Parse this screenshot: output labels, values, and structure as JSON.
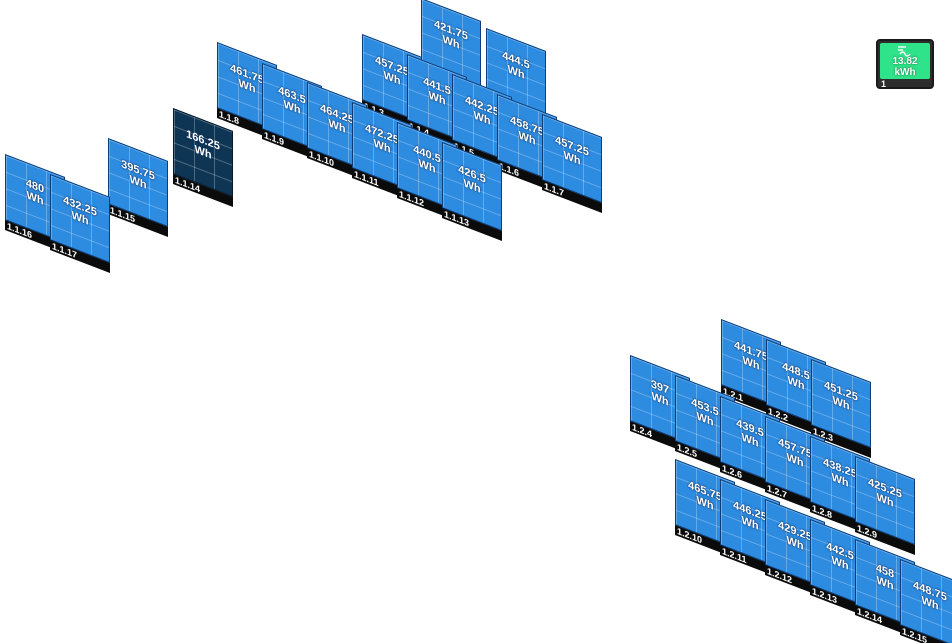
{
  "colors": {
    "panel_fill": "#2d8be0",
    "panel_fill_low": "#0f3554",
    "panel_border": "#0d3c78",
    "panel_footer": "#0b0b0b",
    "meter_fill": "#2fe38a",
    "meter_body": "#2d2d2d"
  },
  "icons": {
    "panel": "solar-panel-icon",
    "meter": "power-meter-icon"
  },
  "meter": {
    "value": "13.82",
    "unit": "kWh",
    "id": "1"
  },
  "panels": [
    {
      "id": "1.1.1",
      "value": "421.75",
      "unit": "Wh"
    },
    {
      "id": "1.1.2",
      "value": "444.5",
      "unit": "Wh"
    },
    {
      "id": "1.1.3",
      "value": "457.25",
      "unit": "Wh"
    },
    {
      "id": "1.1.4",
      "value": "441.5",
      "unit": "Wh"
    },
    {
      "id": "1.1.5",
      "value": "442.25",
      "unit": "Wh"
    },
    {
      "id": "1.1.6",
      "value": "458.75",
      "unit": "Wh"
    },
    {
      "id": "1.1.7",
      "value": "457.25",
      "unit": "Wh"
    },
    {
      "id": "1.1.8",
      "value": "461.75",
      "unit": "Wh"
    },
    {
      "id": "1.1.9",
      "value": "463.5",
      "unit": "Wh"
    },
    {
      "id": "1.1.10",
      "value": "464.25",
      "unit": "Wh"
    },
    {
      "id": "1.1.11",
      "value": "472.25",
      "unit": "Wh"
    },
    {
      "id": "1.1.12",
      "value": "440.5",
      "unit": "Wh"
    },
    {
      "id": "1.1.13",
      "value": "426.5",
      "unit": "Wh"
    },
    {
      "id": "1.1.14",
      "value": "166.25",
      "unit": "Wh",
      "low": true
    },
    {
      "id": "1.1.15",
      "value": "395.75",
      "unit": "Wh"
    },
    {
      "id": "1.1.16",
      "value": "480",
      "unit": "Wh"
    },
    {
      "id": "1.1.17",
      "value": "432.25",
      "unit": "Wh"
    },
    {
      "id": "1.2.1",
      "value": "441.75",
      "unit": "Wh"
    },
    {
      "id": "1.2.2",
      "value": "448.5",
      "unit": "Wh"
    },
    {
      "id": "1.2.3",
      "value": "451.25",
      "unit": "Wh"
    },
    {
      "id": "1.2.4",
      "value": "397",
      "unit": "Wh"
    },
    {
      "id": "1.2.5",
      "value": "453.5",
      "unit": "Wh"
    },
    {
      "id": "1.2.6",
      "value": "439.5",
      "unit": "Wh"
    },
    {
      "id": "1.2.7",
      "value": "457.75",
      "unit": "Wh"
    },
    {
      "id": "1.2.8",
      "value": "438.25",
      "unit": "Wh"
    },
    {
      "id": "1.2.9",
      "value": "425.25",
      "unit": "Wh"
    },
    {
      "id": "1.2.10",
      "value": "465.75",
      "unit": "Wh"
    },
    {
      "id": "1.2.11",
      "value": "446.25",
      "unit": "Wh"
    },
    {
      "id": "1.2.12",
      "value": "429.25",
      "unit": "Wh"
    },
    {
      "id": "1.2.13",
      "value": "442.5",
      "unit": "Wh"
    },
    {
      "id": "1.2.14",
      "value": "458",
      "unit": "Wh"
    },
    {
      "id": "1.2.15",
      "value": "448.75",
      "unit": "Wh"
    }
  ]
}
